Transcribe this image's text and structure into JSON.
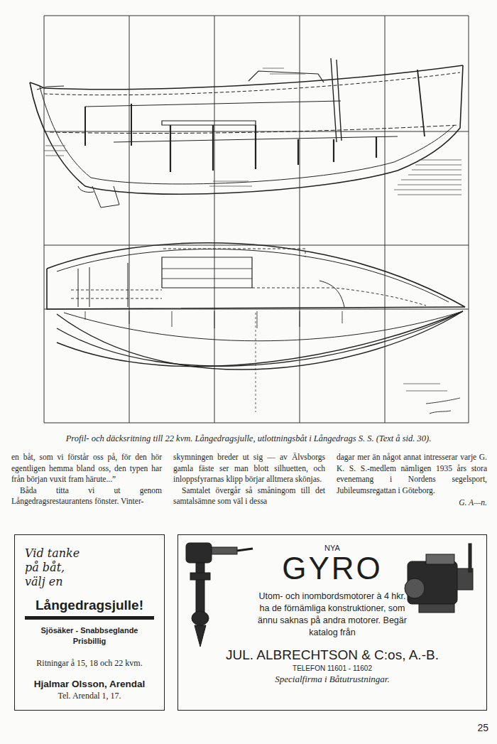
{
  "diagram": {
    "caption": "Profil- och däcksritning till 22 kvm. Långedragsjulle, utlottningsbåt i Långedrags S. S. (Text å sid. 30).",
    "nodes": [
      {
        "text": [
          "Vid tanke på båt, välj en",
          "Långedragsjulle!",
          "Sjösäker - Snabbseglande Prisbillig",
          "Ritningar å 15, 18 och 22 kvm.",
          "Hjalmar Olsson, Arendal",
          "Tel. Arendal 1, 17."
        ]
      },
      {
        "text": [
          "NYA",
          "GYRO",
          "Utom- och inombordsmotorer à 4 hkr. ha de förnämliga konstruktioner, som ännu saknas på andra motorer. Begär katalog från",
          "JUL. ALBRECHTSON & C:os, A.-B.",
          "TELEFON 11601 - 11602",
          "Specialfirma i Båtutrustningar."
        ]
      }
    ],
    "labels": [
      "en båt, som vi förstår oss på, för den hör egentligen hemma bland oss, den typen har från början vuxit fram härute...”",
      "Båda titta vi ut genom Långedragsrestaurantens fönster. Vinter-",
      "skymningen breder ut sig — av Älvsborgs gamla fäste ser man blott silhuetten, och inloppsfyrarnas klipp börjar alltmera skönjas.",
      "Samtalet övergår så småningom till det samtalsämne som väl i dessa",
      "dagar mer än något annat intresserar varje G. K. S. S.-medlem nämligen 1935 års stora evenemang i Nordens segelsport, Jubileumsregattan i Göteborg.",
      "G. A—n.",
      "25"
    ]
  }
}
